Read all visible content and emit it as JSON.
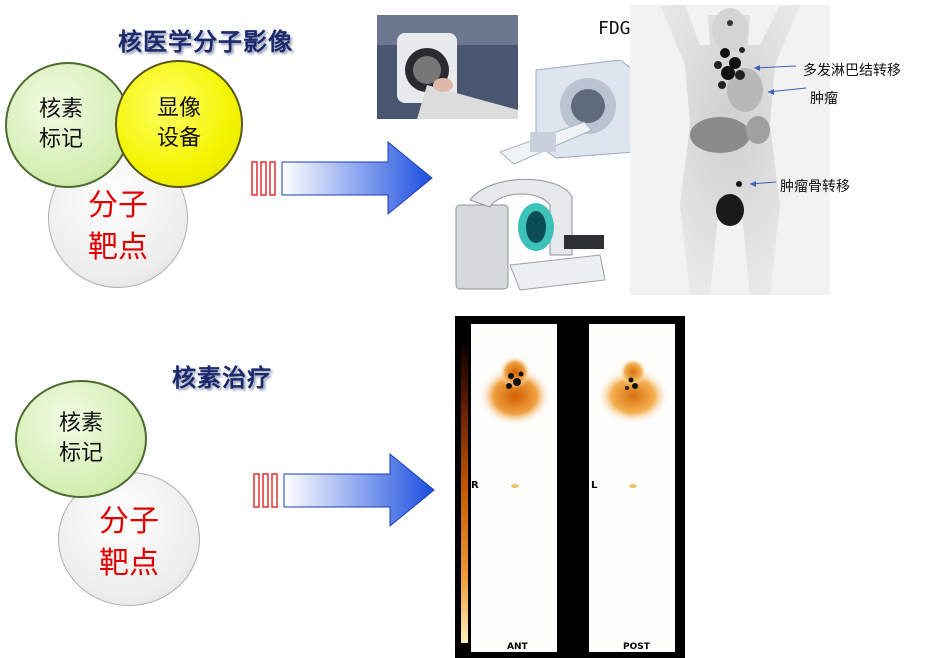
{
  "section1": {
    "title": "核医学分子影像",
    "circle_label": "核素\n标记",
    "circle_device": "显像\n设备",
    "circle_target": "分子\n靶点"
  },
  "section2": {
    "title": "核素治疗",
    "circle_label": "核素\n标记",
    "circle_target": "分子\n靶点"
  },
  "pet": {
    "tracer": "FDG",
    "annotations": [
      "多发淋巴结转移",
      "肿瘤",
      "肿瘤骨转移"
    ]
  },
  "scan": {
    "left_marker": "R",
    "right_marker": "L",
    "ant_label": "ANT",
    "post_label": "POST"
  },
  "colors": {
    "arrow_start": "#ffffff",
    "arrow_end": "#1c4fe0",
    "title": "#1a2a6c",
    "target_text": "#e00000",
    "label_circle": "#d2edb0",
    "device_circle": "#f4f400"
  }
}
